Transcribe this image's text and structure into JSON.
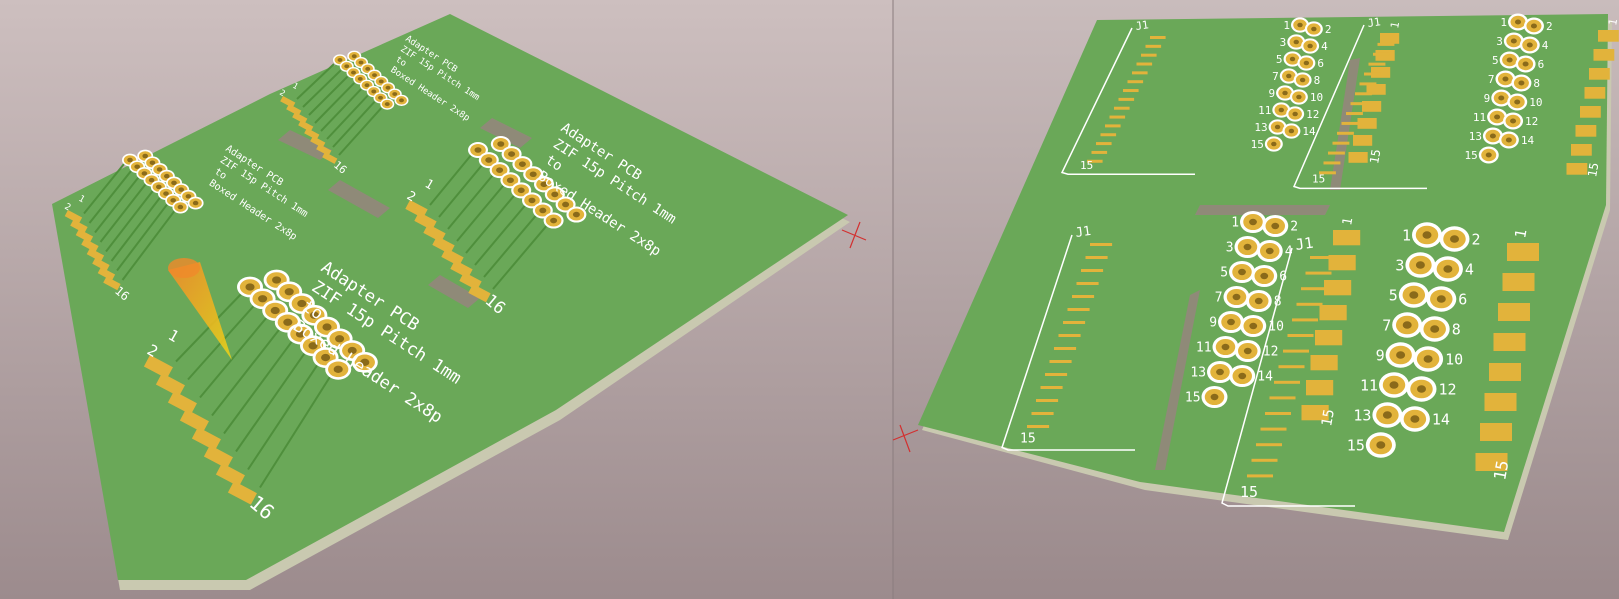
{
  "colors": {
    "background_top": "#cdbfbf",
    "background_bottom": "#9c8b8d",
    "pcb_green": "#6aa858",
    "pcb_edge": "#c9c9b0",
    "copper_pad": "#e2b33b",
    "trace": "#4f8f3c",
    "silkscreen": "#ffffff",
    "cursor_orange": "#f08a2a",
    "cursor_yellow": "#e8d21a",
    "axis_red": "#d23030"
  },
  "left_view": {
    "panel_title_lines": [
      "Adapter PCB",
      "ZIF 15p Pitch 1mm",
      "to",
      "Boxed Header 2x8p"
    ],
    "edge_labels": {
      "first": "2",
      "second": "1",
      "last": "16"
    },
    "header_pins": 16,
    "zif_pads": 8
  },
  "right_view": {
    "connector_ref": "J1",
    "pin_numbers": [
      "1",
      "2",
      "3",
      "4",
      "5",
      "6",
      "7",
      "8",
      "9",
      "10",
      "11",
      "12",
      "13",
      "14",
      "15"
    ],
    "edge_labels": {
      "top": "1",
      "bottom": "15"
    }
  }
}
